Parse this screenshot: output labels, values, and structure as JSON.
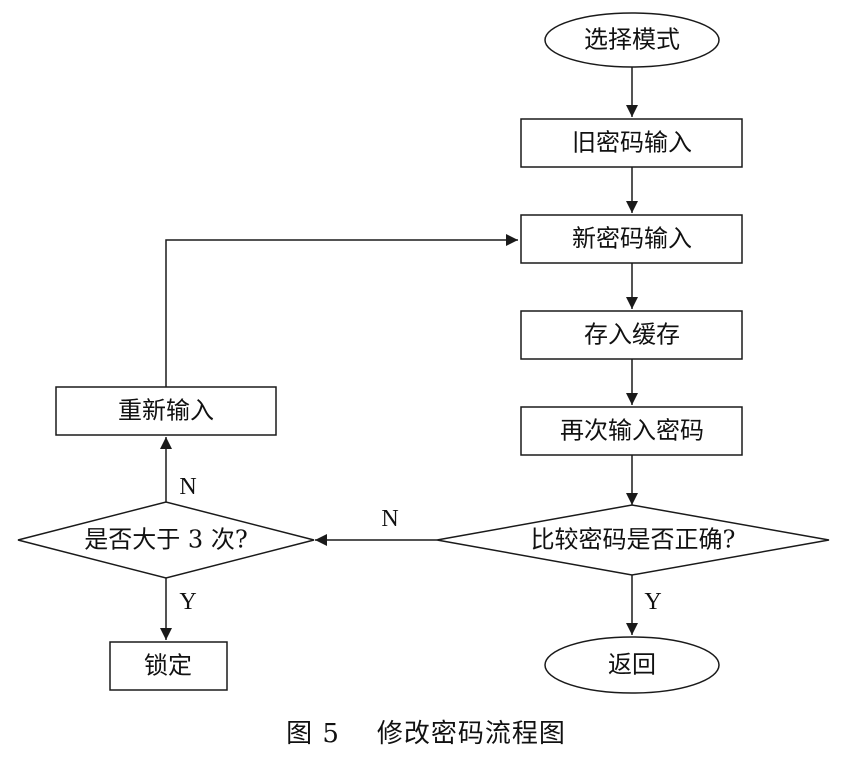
{
  "nodes": {
    "select_mode": "选择模式",
    "old_password_input": "旧密码输入",
    "new_password_input": "新密码输入",
    "store_in_cache": "存入缓存",
    "reenter_password": "再次输入密码",
    "compare_password": "比较密码是否正确?",
    "return": "返回",
    "reenter": "重新输入",
    "more_than_three": "是否大于 3 次?",
    "lock": "锁定"
  },
  "edge_labels": {
    "compare_no": "N",
    "compare_yes": "Y",
    "count_no": "N",
    "count_yes": "Y"
  },
  "caption": "图 5    修改密码流程图"
}
